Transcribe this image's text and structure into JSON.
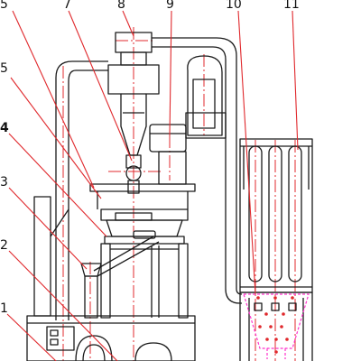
{
  "labels": {
    "l1": "1",
    "l2": "2",
    "l3": "3",
    "l4": "4",
    "l5": "5",
    "l6": "5",
    "l7": "7",
    "l8": "8",
    "l9": "9",
    "l10": "10",
    "l11": "11"
  },
  "colors": {
    "line": "#1a1a1a",
    "leader": "#e0282c",
    "centerline": "#e0282c",
    "dashed": "#ff33cc"
  }
}
